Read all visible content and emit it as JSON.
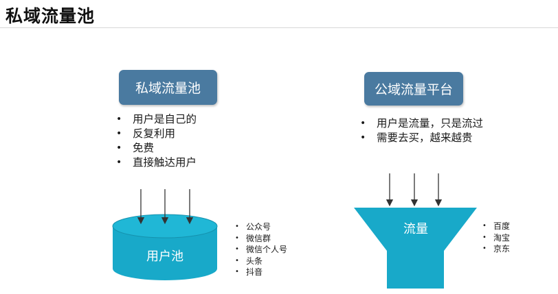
{
  "page": {
    "title": "私域流量池"
  },
  "private_domain": {
    "header": "私域流量池",
    "bullets": [
      "用户是自己的",
      "反复利用",
      "免费",
      "直接触达用户"
    ],
    "pool_label": "用户池",
    "sources": [
      "公众号",
      "微信群",
      "微信个人号",
      "头条",
      "抖音"
    ]
  },
  "public_domain": {
    "header": "公域流量平台",
    "bullets": [
      "用户是流量，只是流过",
      "需要去买，越来越贵"
    ],
    "funnel_label": "流量",
    "sources": [
      "百度",
      "淘宝",
      "京东"
    ]
  },
  "colors": {
    "header_box": "#4a7aa0",
    "cyan_fill": "#18a9c9",
    "cyan_top": "#20b7d6",
    "arrow": "#333333"
  }
}
